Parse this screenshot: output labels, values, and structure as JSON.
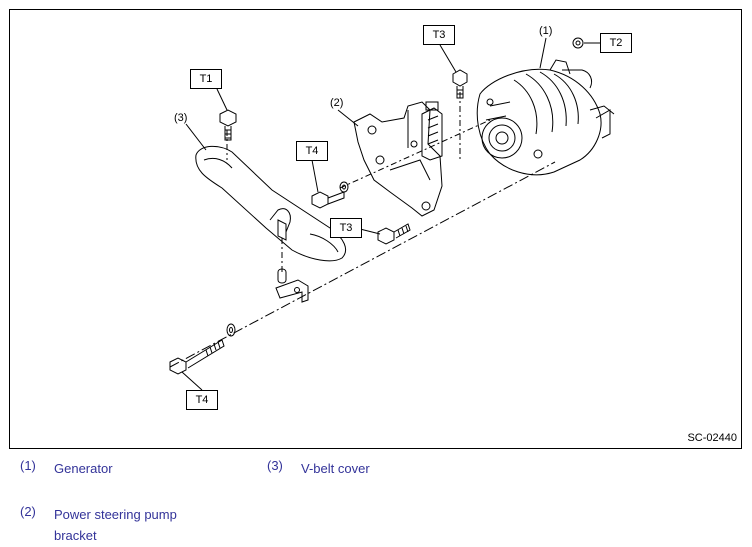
{
  "diagram": {
    "torque_labels": {
      "t1": "T1",
      "t2": "T2",
      "t3_top": "T3",
      "t3_mid": "T3",
      "t4_upper": "T4",
      "t4_lower": "T4"
    },
    "callouts": {
      "c1": "(1)",
      "c2": "(2)",
      "c3": "(3)"
    },
    "code": "SC-02440"
  },
  "legend": {
    "items": [
      {
        "num": "(1)",
        "label": "Generator"
      },
      {
        "num": "(2)",
        "label": "Power steering pump bracket"
      },
      {
        "num": "(3)",
        "label": "V-belt cover"
      }
    ]
  },
  "colors": {
    "line": "#000000",
    "legend_text": "#333399"
  }
}
